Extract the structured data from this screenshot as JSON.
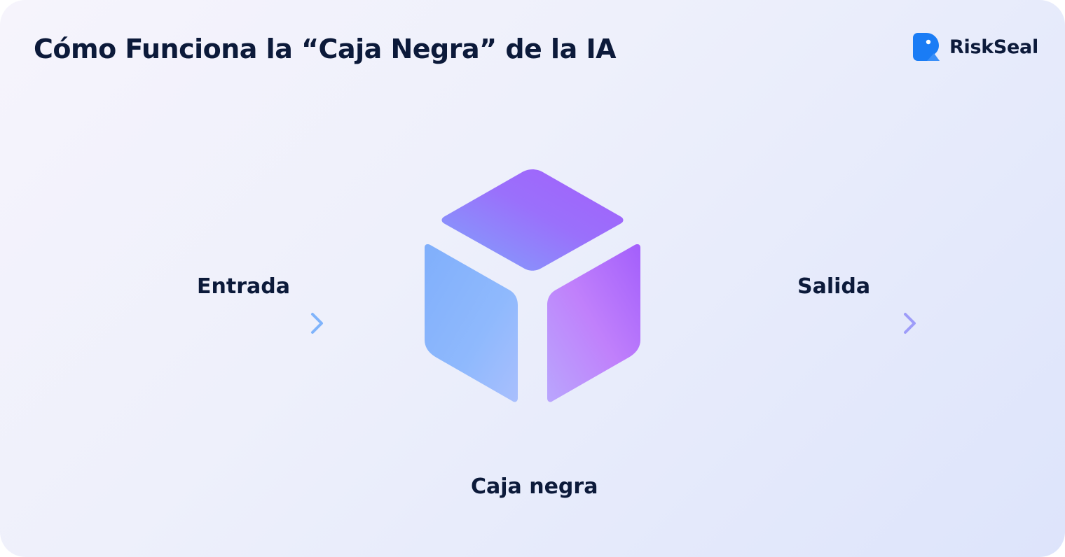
{
  "header": {
    "title": "Cómo Funciona la “Caja Negra” de la IA",
    "brand": {
      "name": "RiskSeal",
      "icon": "riskseal-logo-icon",
      "color": "#1a7cf5"
    }
  },
  "diagram": {
    "input": {
      "label": "Entrada",
      "arrow_colors": [
        "#a08cf8",
        "#80b4fb"
      ]
    },
    "box": {
      "label": "Caja negra",
      "icon": "cube-icon",
      "colors": {
        "blue": "#80b4fb",
        "purple": "#a35ffb",
        "pink": "#c98afb"
      }
    },
    "output": {
      "label": "Salida",
      "arrow_colors": [
        "#a560f8",
        "#9e9cf9"
      ]
    }
  }
}
